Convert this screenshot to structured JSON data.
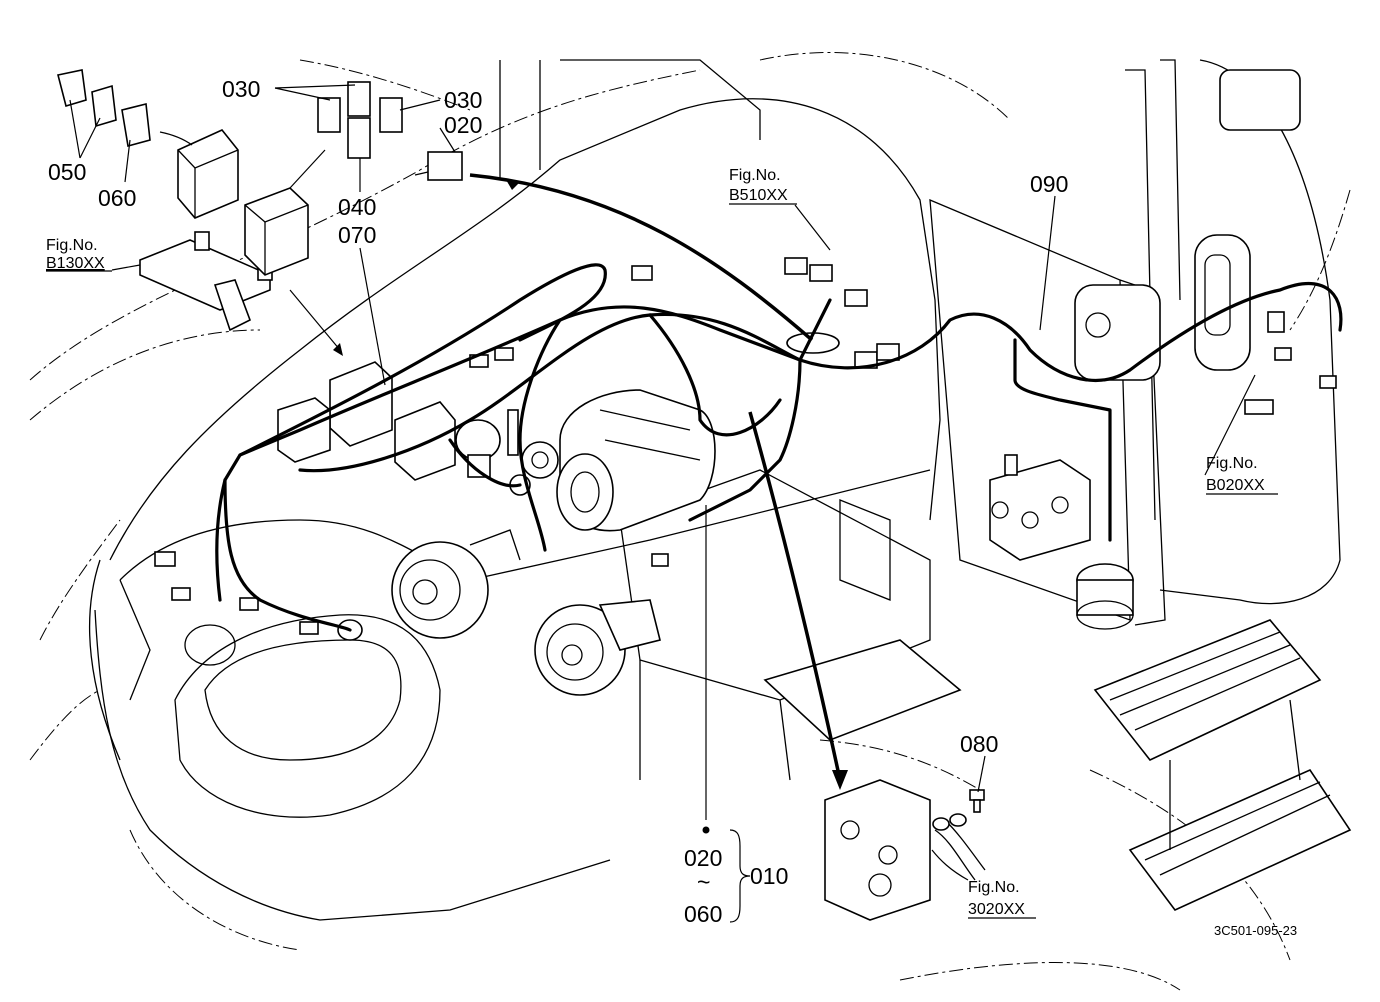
{
  "callouts": {
    "c050": "050",
    "c060": "060",
    "c030a": "030",
    "c030b": "030",
    "c020a": "020",
    "c040": "040",
    "c070": "070",
    "c090": "090",
    "c080": "080",
    "c020b": "020",
    "c010": "010",
    "c060b": "060",
    "tilde": "~"
  },
  "fig_refs": {
    "b130_label": "Fig.No.",
    "b130_code": "B130XX",
    "b510_label": "Fig.No.",
    "b510_code": "B510XX",
    "b020_label": "Fig.No.",
    "b020_code": "B020XX",
    "f3020_label": "Fig.No.",
    "f3020_code": "3020XX"
  },
  "drawing_code": "3C501-095-23"
}
